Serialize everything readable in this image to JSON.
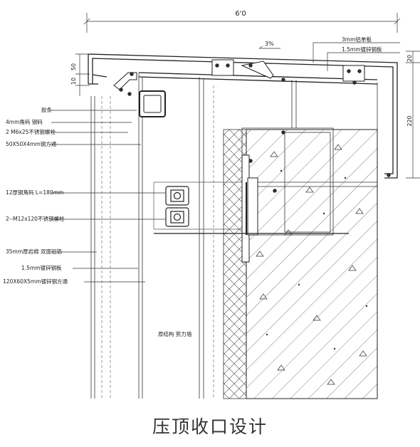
{
  "caption": "压顶收口设计",
  "dimensions": {
    "top_width": "6'0",
    "left_50": "50",
    "left_10": "10",
    "right_20": "20",
    "right_220": "220",
    "slope": "3%"
  },
  "labels": {
    "l1": "胶条",
    "l2": "4mm角码 钢码",
    "l3": "2    M6x25不锈钢螺栓",
    "l4": "50X50X4mm钢方通",
    "l5": "12厚钢角码    L=180mm",
    "l6": "2--M12x120不锈钢螺栓",
    "l7": "35mm厚岩棉 双面铝箔",
    "l8": "1.5mm镀锌钢板",
    "l9": "120X60X5mm镀锌钢方通",
    "l10": "3mm铝单板",
    "l11": "1.5mm镀锌钢板",
    "l12": "原结构 剪力墙"
  }
}
